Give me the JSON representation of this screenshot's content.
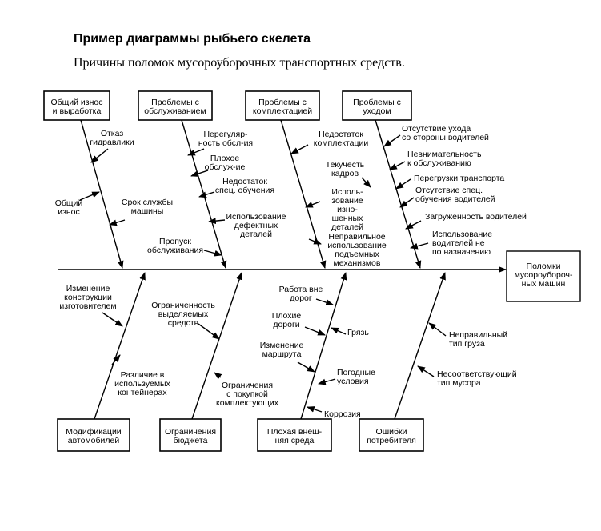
{
  "title": "Пример диаграммы рыбьего скелета",
  "subtitle": "Причины поломок мусороуборочных транспортных средств.",
  "effect": [
    "Поломки",
    "мусороубороч-",
    "ных машин"
  ],
  "categories": [
    {
      "id": "c1",
      "lines": [
        "Общий износ",
        "и выработка"
      ]
    },
    {
      "id": "c2",
      "lines": [
        "Проблемы с",
        "обслуживанием"
      ]
    },
    {
      "id": "c3",
      "lines": [
        "Проблемы с",
        "комплектацией"
      ]
    },
    {
      "id": "c4",
      "lines": [
        "Проблемы с",
        "уходом"
      ]
    },
    {
      "id": "c5",
      "lines": [
        "Модификации",
        "автомобилей"
      ]
    },
    {
      "id": "c6",
      "lines": [
        "Ограничения",
        "бюджета"
      ]
    },
    {
      "id": "c7",
      "lines": [
        "Плохая внеш-",
        "няя среда"
      ]
    },
    {
      "id": "c8",
      "lines": [
        "Ошибки",
        "потребителя"
      ]
    }
  ],
  "causes": [
    {
      "lines": [
        "Отказ",
        "гидравлики"
      ]
    },
    {
      "lines": [
        "Общий",
        "износ"
      ]
    },
    {
      "lines": [
        "Срок службы",
        "машины"
      ]
    },
    {
      "lines": [
        "Нерегуляр-",
        "ность обсл-ия"
      ]
    },
    {
      "lines": [
        "Плохое",
        "обслуж-ие"
      ]
    },
    {
      "lines": [
        "Недостаток",
        "спец. обучения"
      ]
    },
    {
      "lines": [
        "Использование",
        "дефектных",
        "деталей"
      ]
    },
    {
      "lines": [
        "Пропуск",
        "обслуживания"
      ]
    },
    {
      "lines": [
        "Недостаток",
        "комплектации"
      ]
    },
    {
      "lines": [
        "Текучесть",
        "кадров"
      ]
    },
    {
      "lines": [
        "Исполь-",
        "зование",
        "изно-",
        "шенных",
        "деталей"
      ]
    },
    {
      "lines": [
        "Неправильное",
        "использование",
        "подъемных",
        "механизмов"
      ]
    },
    {
      "lines": [
        "Отсутствие ухода",
        "со стороны водителей"
      ]
    },
    {
      "lines": [
        "Невнимательность",
        "к обслуживанию"
      ]
    },
    {
      "lines": [
        "Перегрузки транспорта"
      ]
    },
    {
      "lines": [
        "Отсутствие спец.",
        "обучения водителей"
      ]
    },
    {
      "lines": [
        "Загруженность водителей"
      ]
    },
    {
      "lines": [
        "Использование",
        "водителей не",
        "по назначению"
      ]
    },
    {
      "lines": [
        "Изменение",
        "конструкции",
        "изготовителем"
      ]
    },
    {
      "lines": [
        "Различие в",
        "используемых",
        "контейнерах"
      ]
    },
    {
      "lines": [
        "Ограниченность",
        "выделяемых",
        "средств"
      ]
    },
    {
      "lines": [
        "Ограничения",
        "с покупкой",
        "комплектующих"
      ]
    },
    {
      "lines": [
        "Работа вне",
        "дорог"
      ]
    },
    {
      "lines": [
        "Плохие",
        "дороги"
      ]
    },
    {
      "lines": [
        "Грязь"
      ]
    },
    {
      "lines": [
        "Изменение",
        "маршрута"
      ]
    },
    {
      "lines": [
        "Погодные",
        "условия"
      ]
    },
    {
      "lines": [
        "Коррозия"
      ]
    },
    {
      "lines": [
        "Неправильный",
        "тип груза"
      ]
    },
    {
      "lines": [
        "Несоответствующий",
        "тип мусора"
      ]
    }
  ]
}
